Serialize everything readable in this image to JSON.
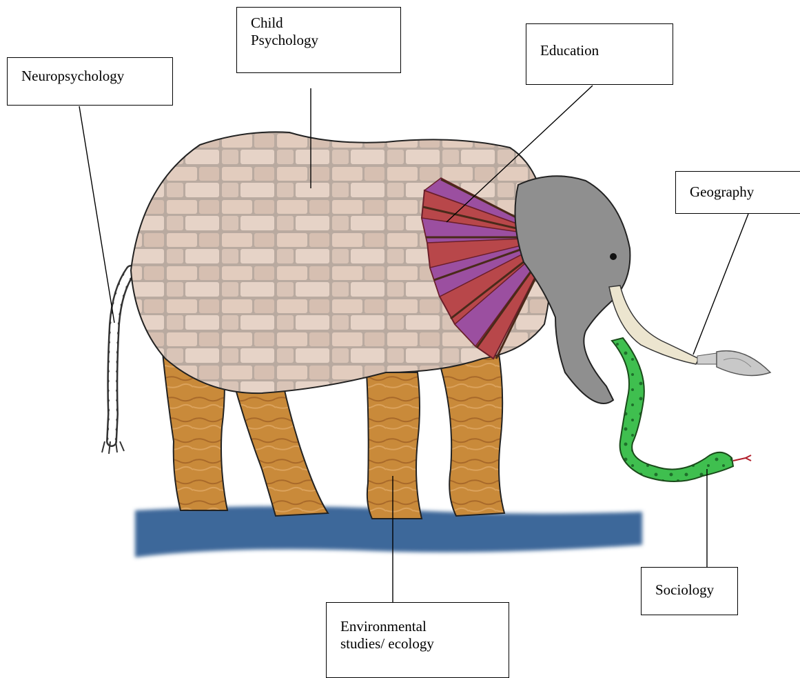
{
  "labels": {
    "neuropsychology": "Neuropsychology",
    "child_psychology": "Child\nPsychology",
    "education": "Education",
    "geography": "Geography",
    "sociology": "Sociology",
    "environmental": "Environmental\nstudies/ ecology"
  },
  "colors": {
    "stone_body": "#d9c3b5",
    "stone_mortar": "#b8a79c",
    "wood_legs": "#c98a3a",
    "grey_head": "#8f8f8f",
    "fan_red": "#c94a3a",
    "fan_purple": "#9b4fa0",
    "snake_green": "#3ab54a",
    "tusk": "#e8e2cf",
    "ground": "#3c679a",
    "rope": "#ffffff"
  }
}
